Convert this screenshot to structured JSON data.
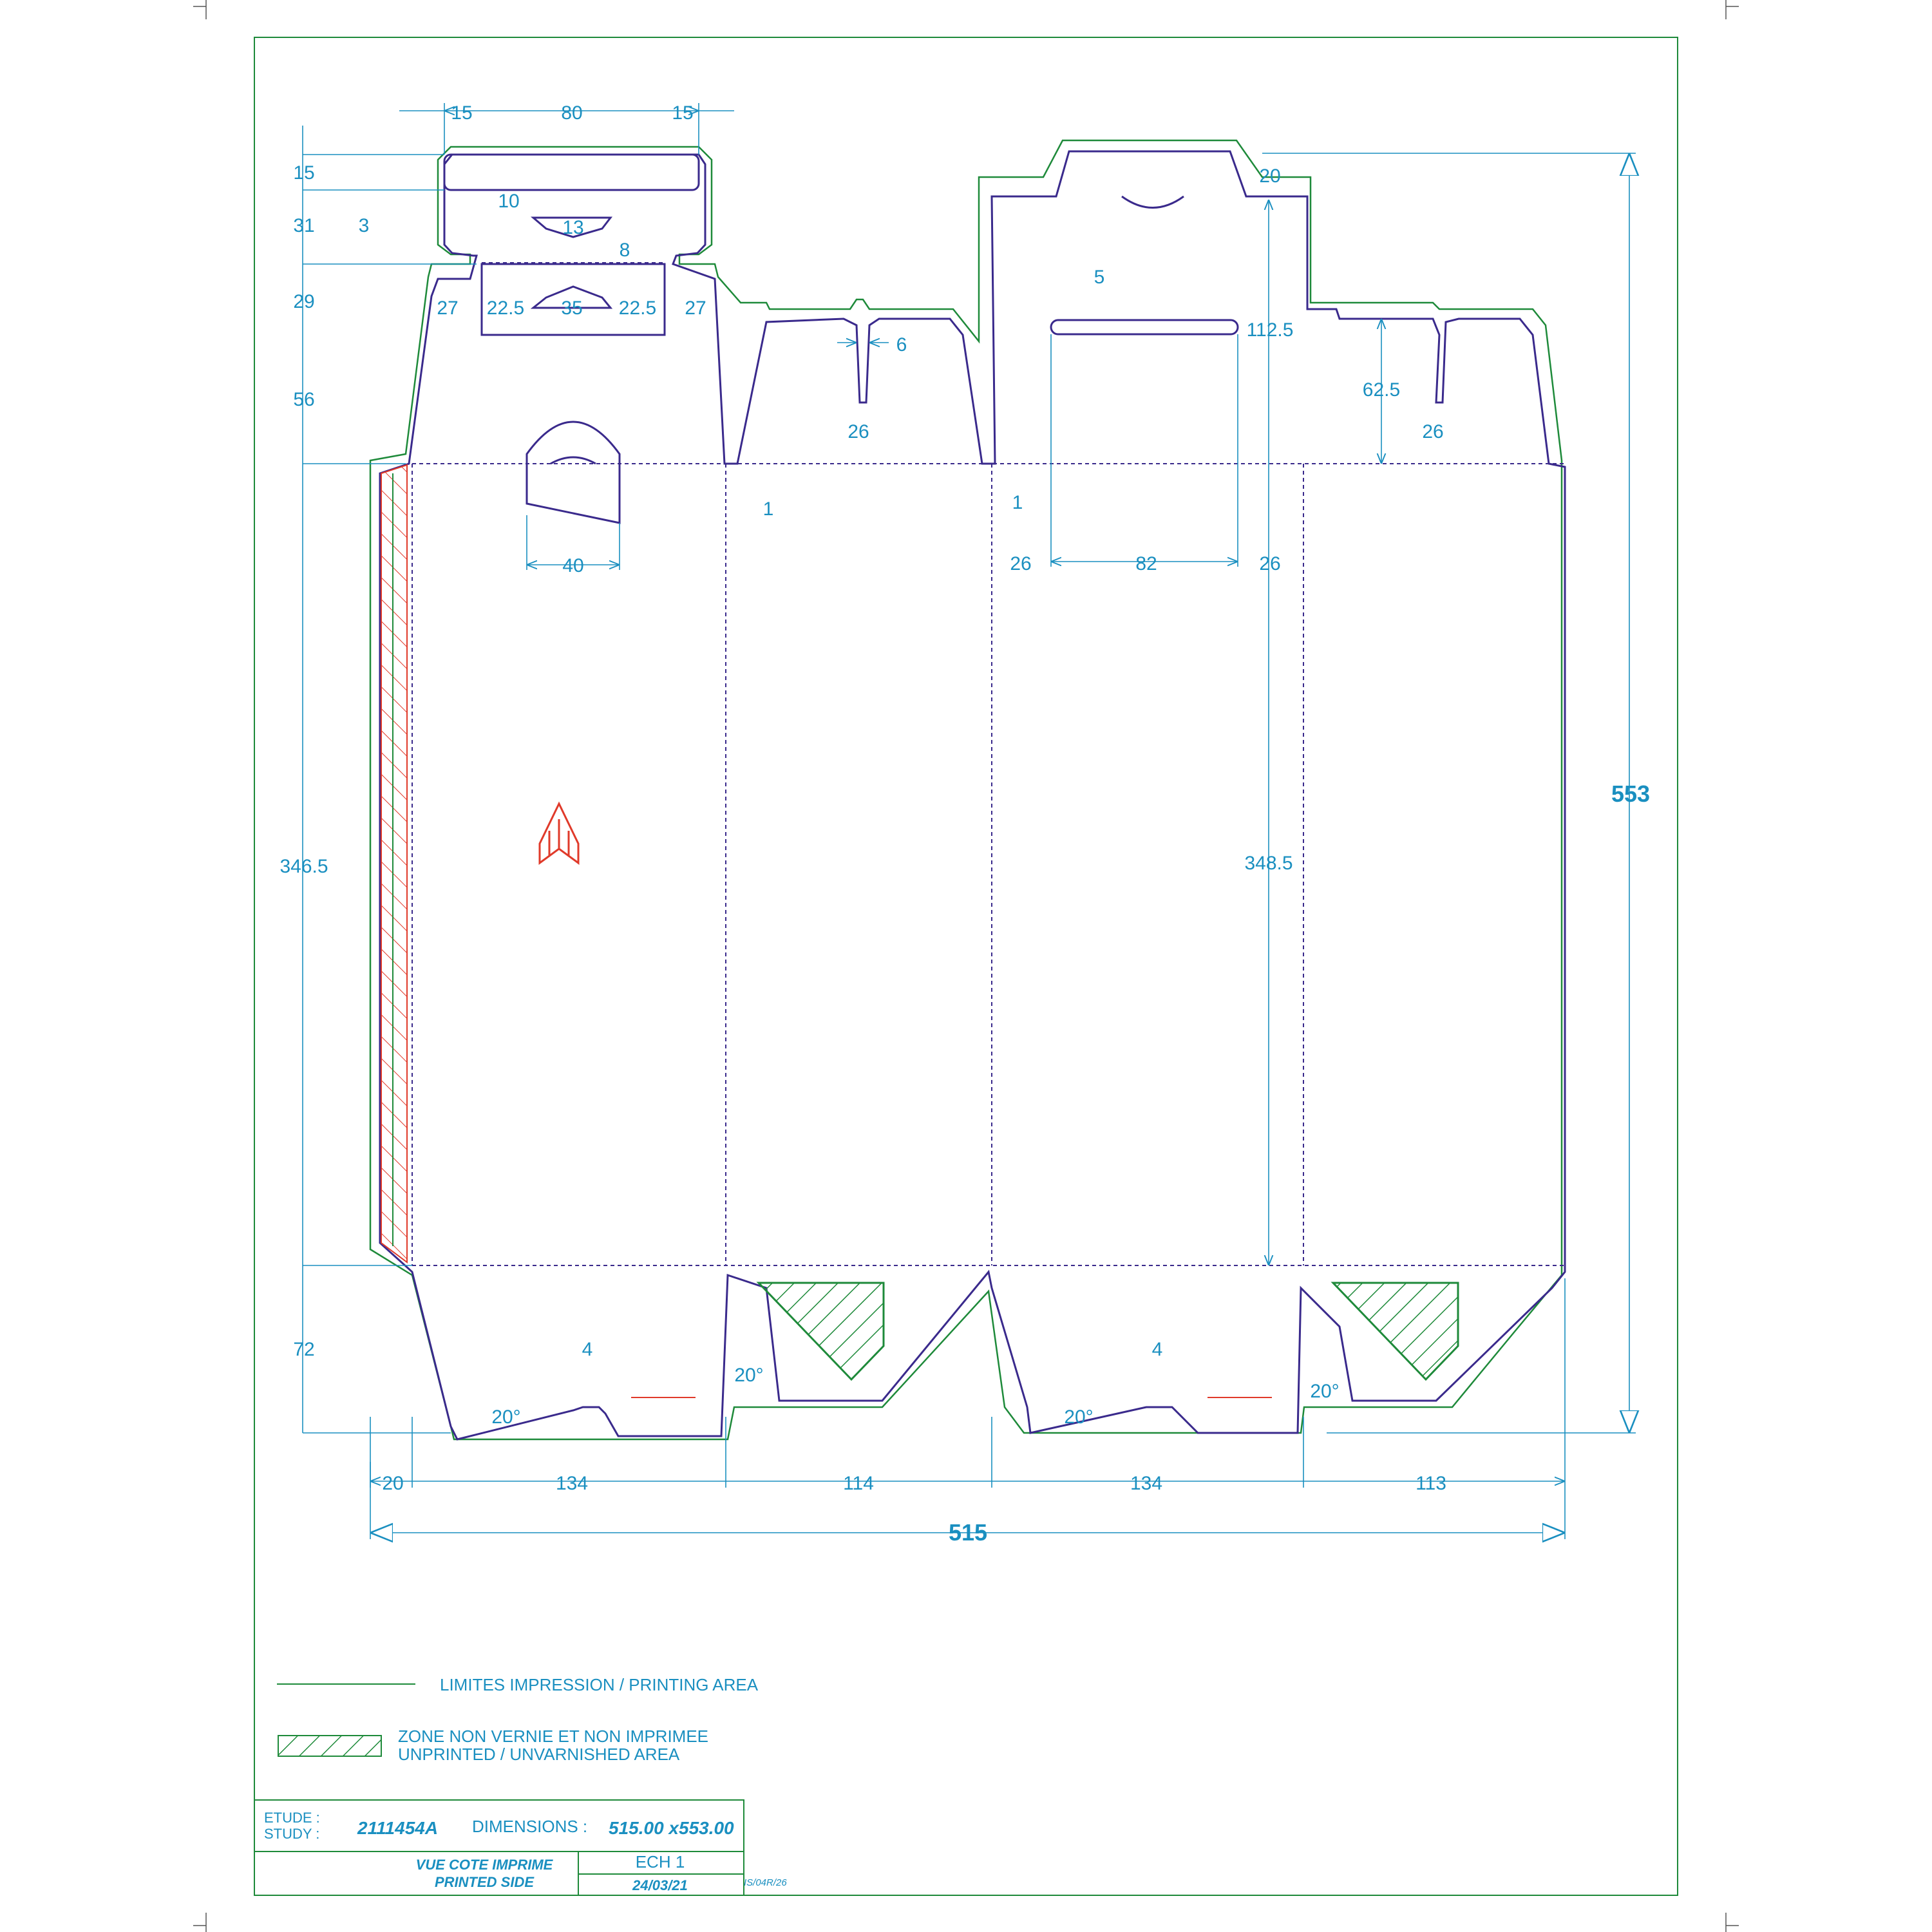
{
  "colors": {
    "cut_line": "#3a2a8c",
    "printing_area": "#1e8a3a",
    "dimension": "#1a8fc0",
    "grain_arrow": "#e03a2a",
    "frame": "#1e8a3a"
  },
  "dimensions": {
    "top_tab_width": "80",
    "top_tab_margin_left": "15",
    "top_tab_margin_right": "15",
    "hang_tab_height": "15",
    "hang_tab_gap": "10",
    "hang_hole_width": "13",
    "hang_hole_offset": "8",
    "neck_depth_a": "31",
    "neck_depth_b": "3",
    "neck_height": "29",
    "neck_side_left": "27",
    "neck_inner_left": "22.5",
    "neck_hole_width": "35",
    "neck_inner_right": "22.5",
    "neck_side_right": "27",
    "shoulder_height": "56",
    "panel_height_left": "346.5",
    "bottom_height": "72",
    "slot_width": "6",
    "flap_depth_1": "26",
    "creep_1": "1",
    "creep_2": "1",
    "lid_slot_height": "5",
    "lid_height": "112.5",
    "lid_tab": "20",
    "lid_inset_left": "26",
    "lid_slot_width": "82",
    "lid_inset_right": "26",
    "thumb_notch_width": "40",
    "flap_height_right": "62.5",
    "flap_depth_2": "26",
    "panel_height_right": "348.5",
    "total_height": "553",
    "bottom_notch_1": "4",
    "bottom_notch_2": "4",
    "angle_1": "20°",
    "angle_2": "20°",
    "angle_3": "20°",
    "angle_4": "20°",
    "glue_flap_width": "20",
    "panel_1_width": "134",
    "panel_2_width": "114",
    "panel_3_width": "134",
    "panel_4_width": "113",
    "total_width": "515"
  },
  "legend": {
    "printing_area": "LIMITES IMPRESSION / PRINTING AREA",
    "unprinted_line1": "ZONE NON VERNIE ET NON IMPRIMEE",
    "unprinted_line2": "UNPRINTED / UNVARNISHED AREA"
  },
  "title_block": {
    "study_label_1": "ETUDE :",
    "study_label_2": "STUDY :",
    "study_number": "2111454A",
    "dimensions_label": "DIMENSIONS :",
    "dimensions_value": "515.00 x553.00",
    "view_line1": "VUE COTE IMPRIME",
    "view_line2": "PRINTED SIDE",
    "scale": "ECH 1",
    "date": "24/03/21",
    "ref": "IS/04R/26"
  }
}
